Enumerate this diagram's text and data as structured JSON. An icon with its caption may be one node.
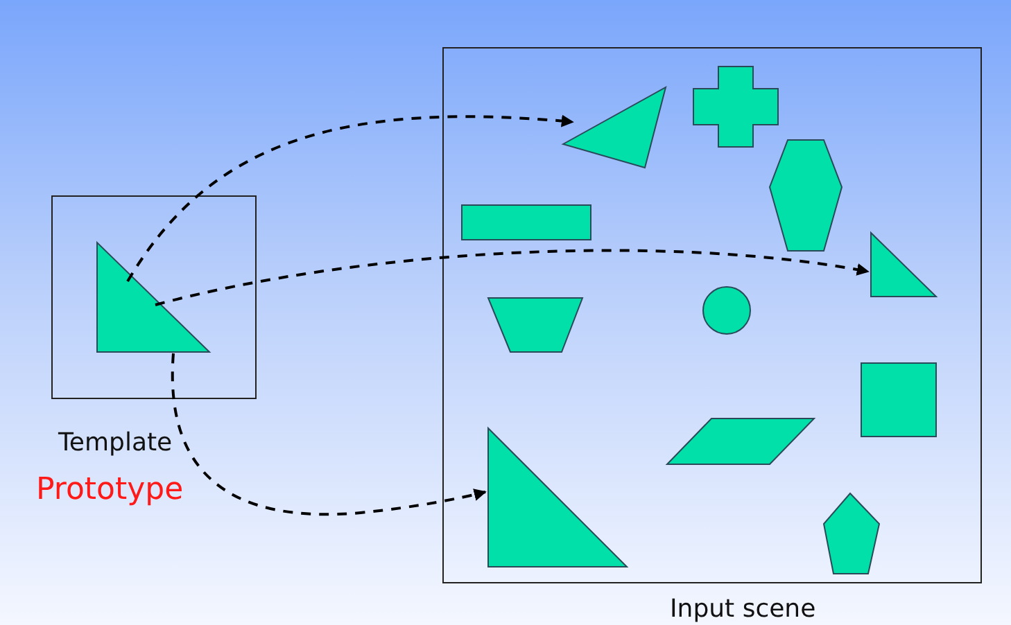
{
  "diagram": {
    "nodes": [
      {
        "text": [
          "Template",
          "Prototype"
        ]
      },
      {
        "text": [],
        "shape": "triangle",
        "in": 0
      },
      {
        "text": [
          "Input scene"
        ]
      },
      {
        "text": [],
        "shape": "triangle",
        "in": 2
      },
      {
        "text": [],
        "shape": "cross",
        "in": 2
      },
      {
        "text": [],
        "shape": "hexagon",
        "in": 2
      },
      {
        "text": [],
        "shape": "box",
        "in": 2
      },
      {
        "text": [],
        "shape": "triangle",
        "in": 2
      },
      {
        "text": [],
        "shape": "trapezoid",
        "in": 2
      },
      {
        "text": [],
        "shape": "circle",
        "in": 2
      },
      {
        "text": [],
        "shape": "box",
        "in": 2
      },
      {
        "text": [],
        "shape": "parallelogram",
        "in": 2
      },
      {
        "text": [],
        "shape": "triangle",
        "in": 2
      },
      {
        "text": [],
        "shape": "pentagon",
        "in": 2
      }
    ],
    "edges": [
      {
        "from": 1,
        "to": 3,
        "arrow": "to",
        "style": "dashed"
      },
      {
        "from": 1,
        "to": 7,
        "arrow": "to",
        "style": "dashed"
      },
      {
        "from": 1,
        "to": 12,
        "arrow": "to",
        "style": "dashed"
      }
    ]
  }
}
